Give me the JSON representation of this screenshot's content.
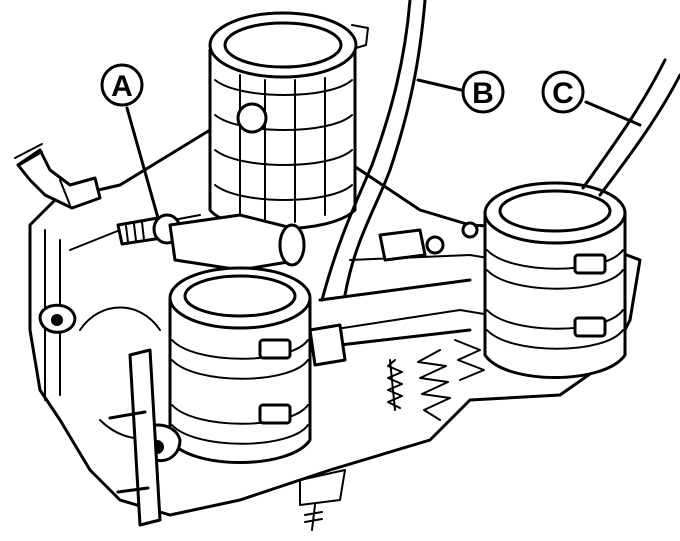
{
  "callouts": [
    {
      "id": "A",
      "label": "A"
    },
    {
      "id": "B",
      "label": "B"
    },
    {
      "id": "C",
      "label": "C"
    }
  ],
  "colors": {
    "ink": "#000000",
    "paper": "#ffffff"
  }
}
